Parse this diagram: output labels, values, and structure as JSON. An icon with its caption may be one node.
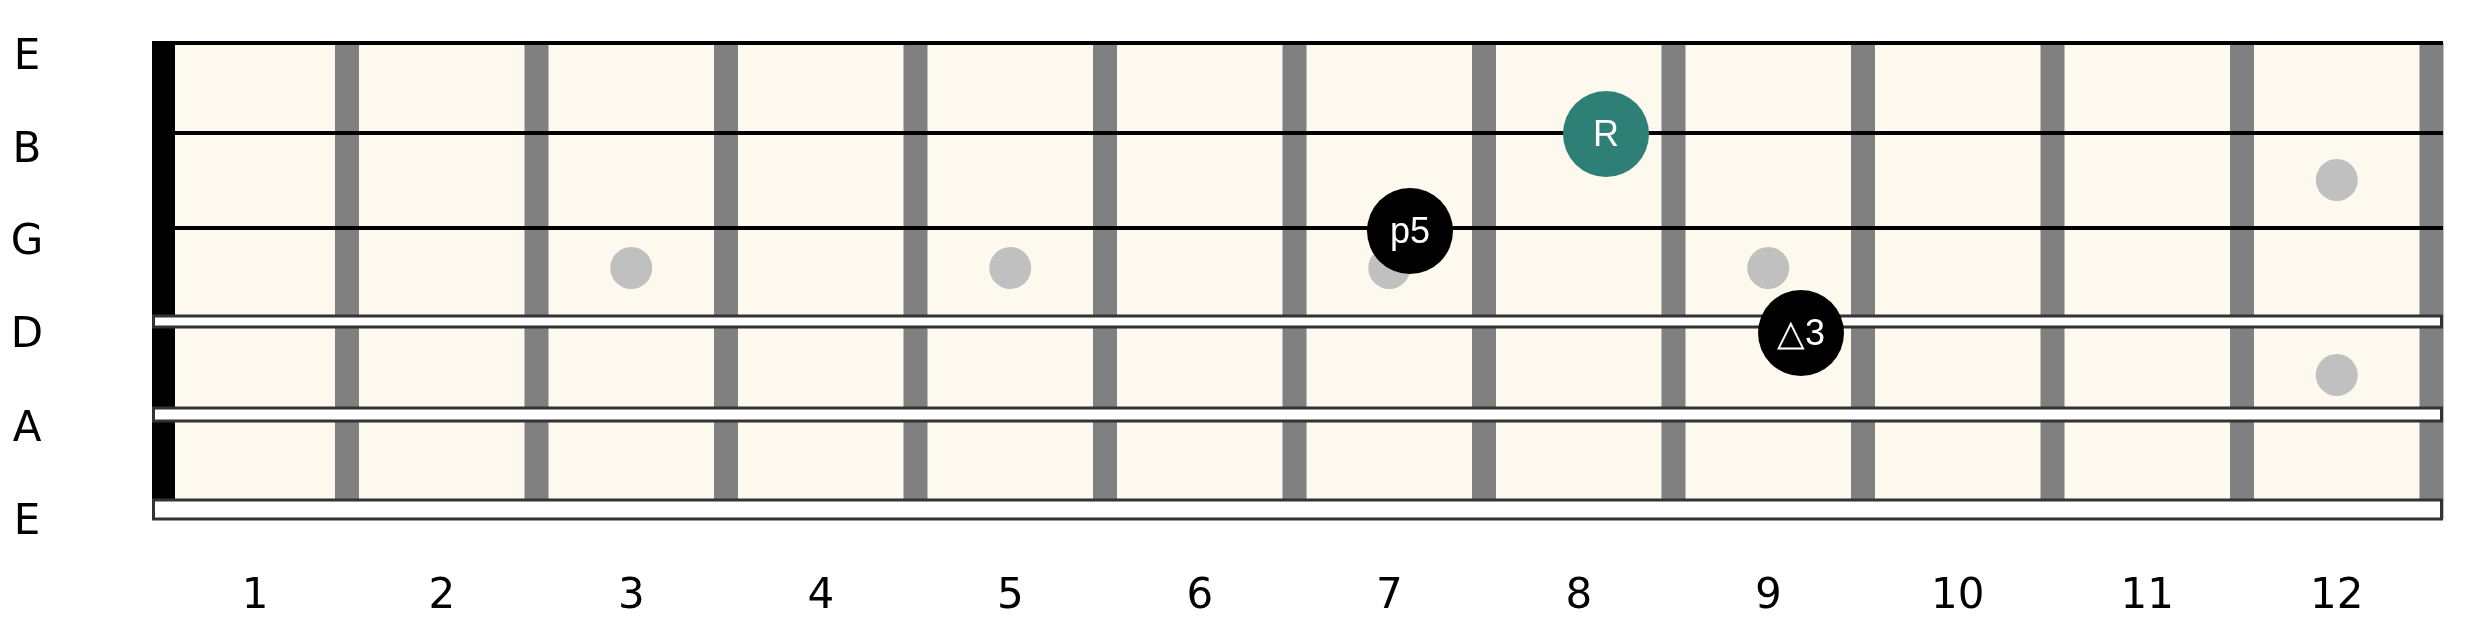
{
  "diagram": {
    "nodes": [
      {
        "text": [
          "R"
        ]
      },
      {
        "text": [
          "p5"
        ]
      },
      {
        "text": [
          "△3"
        ]
      }
    ],
    "labels": [
      "E",
      "B",
      "G",
      "D",
      "A",
      "E",
      "1",
      "2",
      "3",
      "4",
      "5",
      "6",
      "7",
      "8",
      "9",
      "10",
      "11",
      "12"
    ]
  }
}
